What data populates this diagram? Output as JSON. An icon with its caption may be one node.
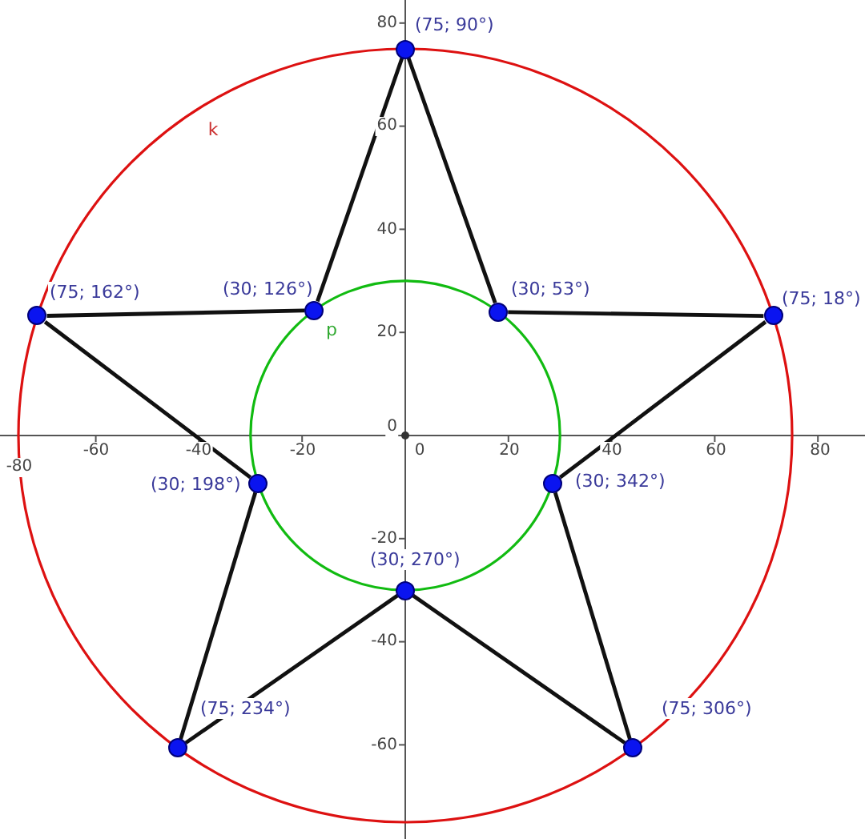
{
  "diagram": {
    "nodes": [
      {
        "text": [],
        "shape": "circle",
        "beside": [
          "(75; 90°)"
        ]
      },
      {
        "text": [],
        "shape": "circle",
        "beside": [
          "(75; 162°)"
        ]
      },
      {
        "text": [],
        "shape": "circle",
        "beside": [
          "(30; 126°)"
        ]
      },
      {
        "text": [],
        "shape": "circle",
        "beside": [
          "(30; 53°)"
        ]
      },
      {
        "text": [],
        "shape": "circle",
        "beside": [
          "(75; 18°)"
        ]
      },
      {
        "text": [],
        "shape": "circle",
        "beside": [
          "(30; 198°)"
        ]
      },
      {
        "text": [],
        "shape": "circle",
        "beside": [
          "(30; 342°)"
        ]
      },
      {
        "text": [],
        "shape": "circle",
        "beside": [
          "(30; 270°)"
        ]
      },
      {
        "text": [],
        "shape": "circle",
        "beside": [
          "(75; 234°)"
        ]
      },
      {
        "text": [],
        "shape": "circle",
        "beside": [
          "(75; 306°)"
        ]
      }
    ],
    "edges": [
      {
        "from": 0,
        "to": 2,
        "arrow": "none"
      },
      {
        "from": 0,
        "to": 3,
        "arrow": "none"
      },
      {
        "from": 3,
        "to": 4,
        "arrow": "none"
      },
      {
        "from": 4,
        "to": 6,
        "arrow": "none"
      },
      {
        "from": 6,
        "to": 9,
        "arrow": "none"
      },
      {
        "from": 9,
        "to": 7,
        "arrow": "none"
      },
      {
        "from": 7,
        "to": 8,
        "arrow": "none"
      },
      {
        "from": 8,
        "to": 5,
        "arrow": "none"
      },
      {
        "from": 5,
        "to": 1,
        "arrow": "none"
      },
      {
        "from": 1,
        "to": 2,
        "arrow": "none"
      }
    ],
    "labels": [
      "80",
      "k",
      "60",
      "40",
      "p",
      "20",
      "0",
      "-80",
      "-60",
      "-40",
      "-20",
      "0",
      "20",
      "40",
      "60",
      "80",
      "-20",
      "-40",
      "-60"
    ]
  }
}
